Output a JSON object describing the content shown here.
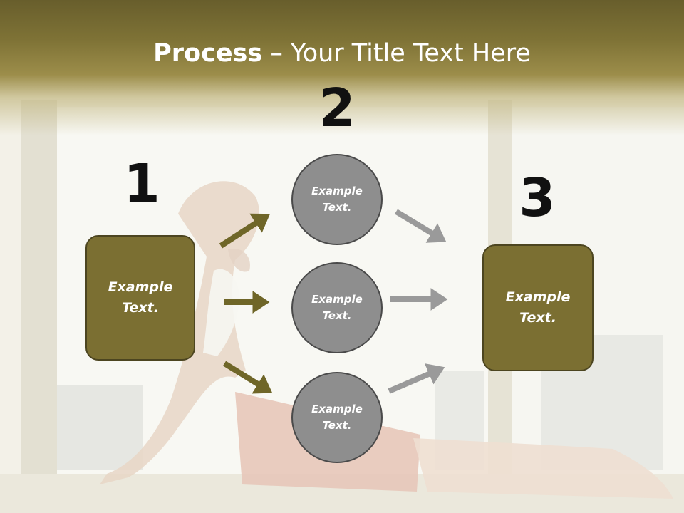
{
  "title": {
    "bold_part": "Process",
    "rest": " – Your Title Text Here"
  },
  "steps": {
    "one": "1",
    "two": "2",
    "three": "3"
  },
  "box_left": {
    "line1": "Example",
    "line2": "Text."
  },
  "box_right": {
    "line1": "Example",
    "line2": "Text."
  },
  "circles": [
    {
      "line1": "Example",
      "line2": "Text."
    },
    {
      "line1": "Example",
      "line2": "Text."
    },
    {
      "line1": "Example",
      "line2": "Text."
    }
  ],
  "colors": {
    "accent": "#7b6f32",
    "accent_border": "#4c4520",
    "circle_fill": "#8e8e8e",
    "arrow_olive": "#6f6628",
    "arrow_gray": "#9a9a9a"
  },
  "icons": [
    "arrow-right-icon"
  ]
}
